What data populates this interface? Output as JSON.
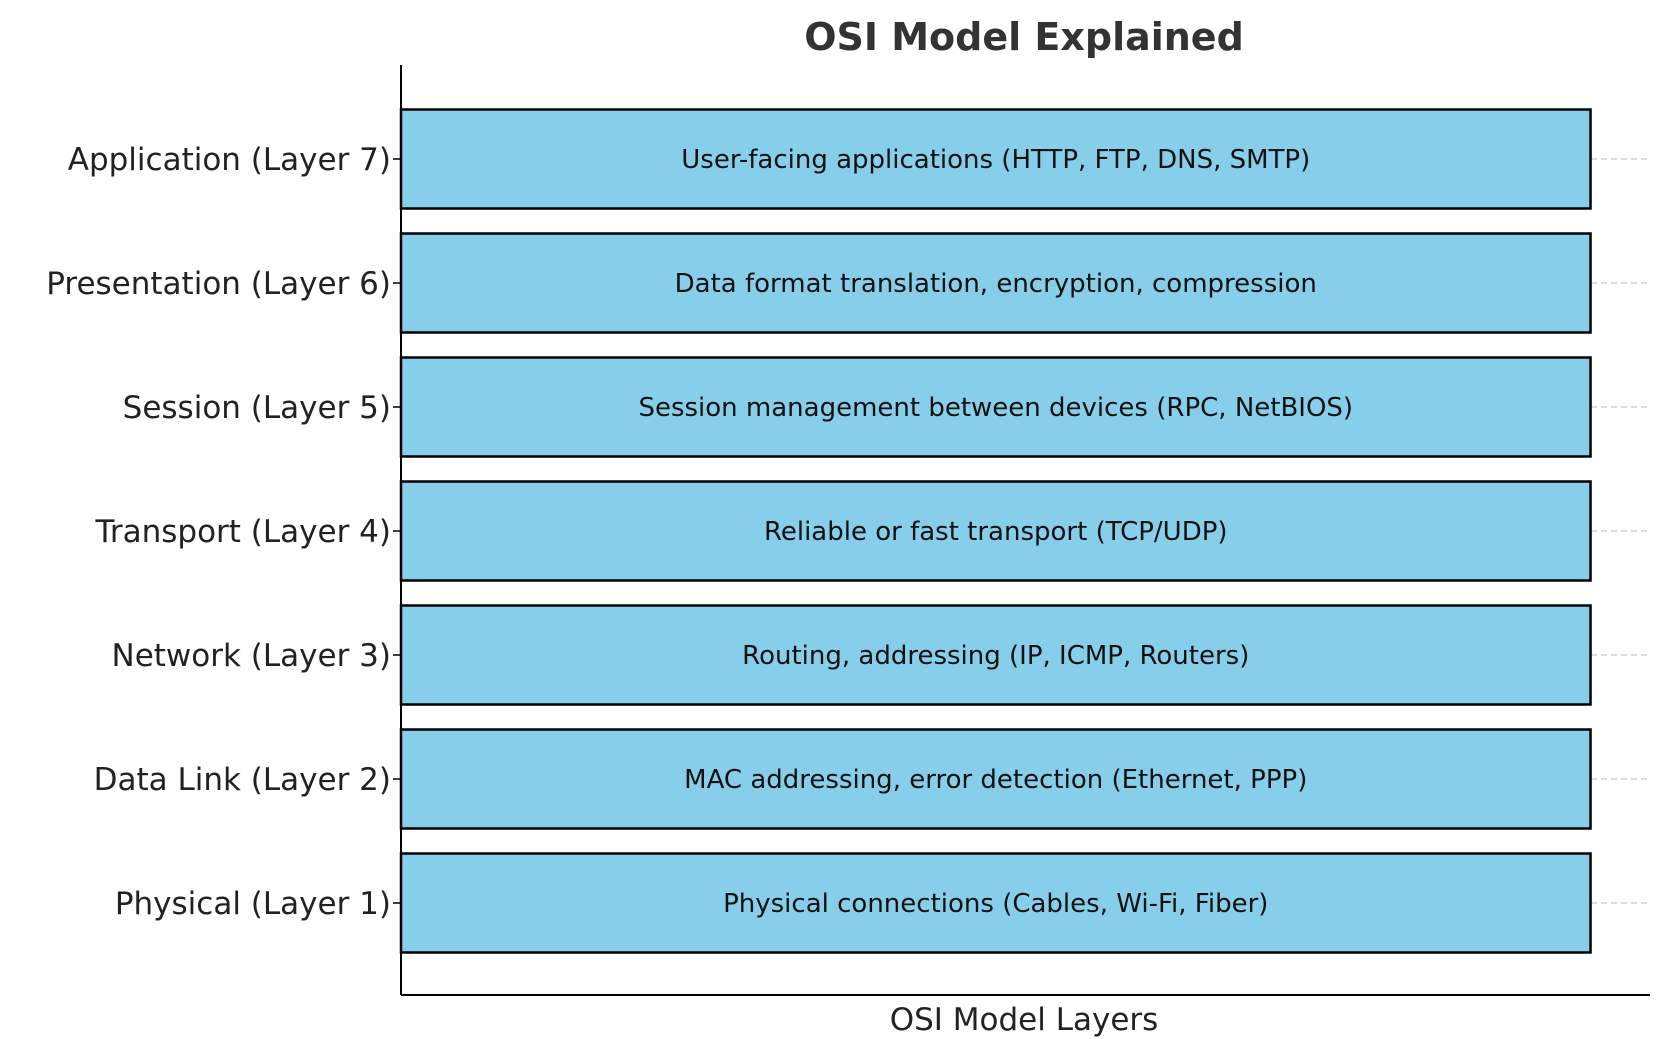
{
  "chart_data": {
    "type": "bar",
    "orientation": "horizontal",
    "title": "OSI Model Explained",
    "xlabel": "OSI Model Layers",
    "ylabel": "",
    "categories": [
      "Physical (Layer 1)",
      "Data Link (Layer 2)",
      "Network (Layer 3)",
      "Transport (Layer 4)",
      "Session (Layer 5)",
      "Presentation (Layer 6)",
      "Application (Layer 7)"
    ],
    "values": [
      1,
      1,
      1,
      1,
      1,
      1,
      1
    ],
    "bar_labels": [
      "Physical connections (Cables, Wi-Fi, Fiber)",
      "MAC addressing, error detection (Ethernet, PPP)",
      "Routing, addressing (IP, ICMP, Routers)",
      "Reliable or fast transport (TCP/UDP)",
      "Session management between devices (RPC, NetBIOS)",
      "Data format translation, encryption, compression",
      "User-facing applications (HTTP, FTP, DNS, SMTP)"
    ],
    "xlim": [
      0,
      1.05
    ],
    "x_ticks_shown": false,
    "grid": "y-dashed",
    "bar_color": "#87CEEB",
    "edge_color": "#000000"
  }
}
